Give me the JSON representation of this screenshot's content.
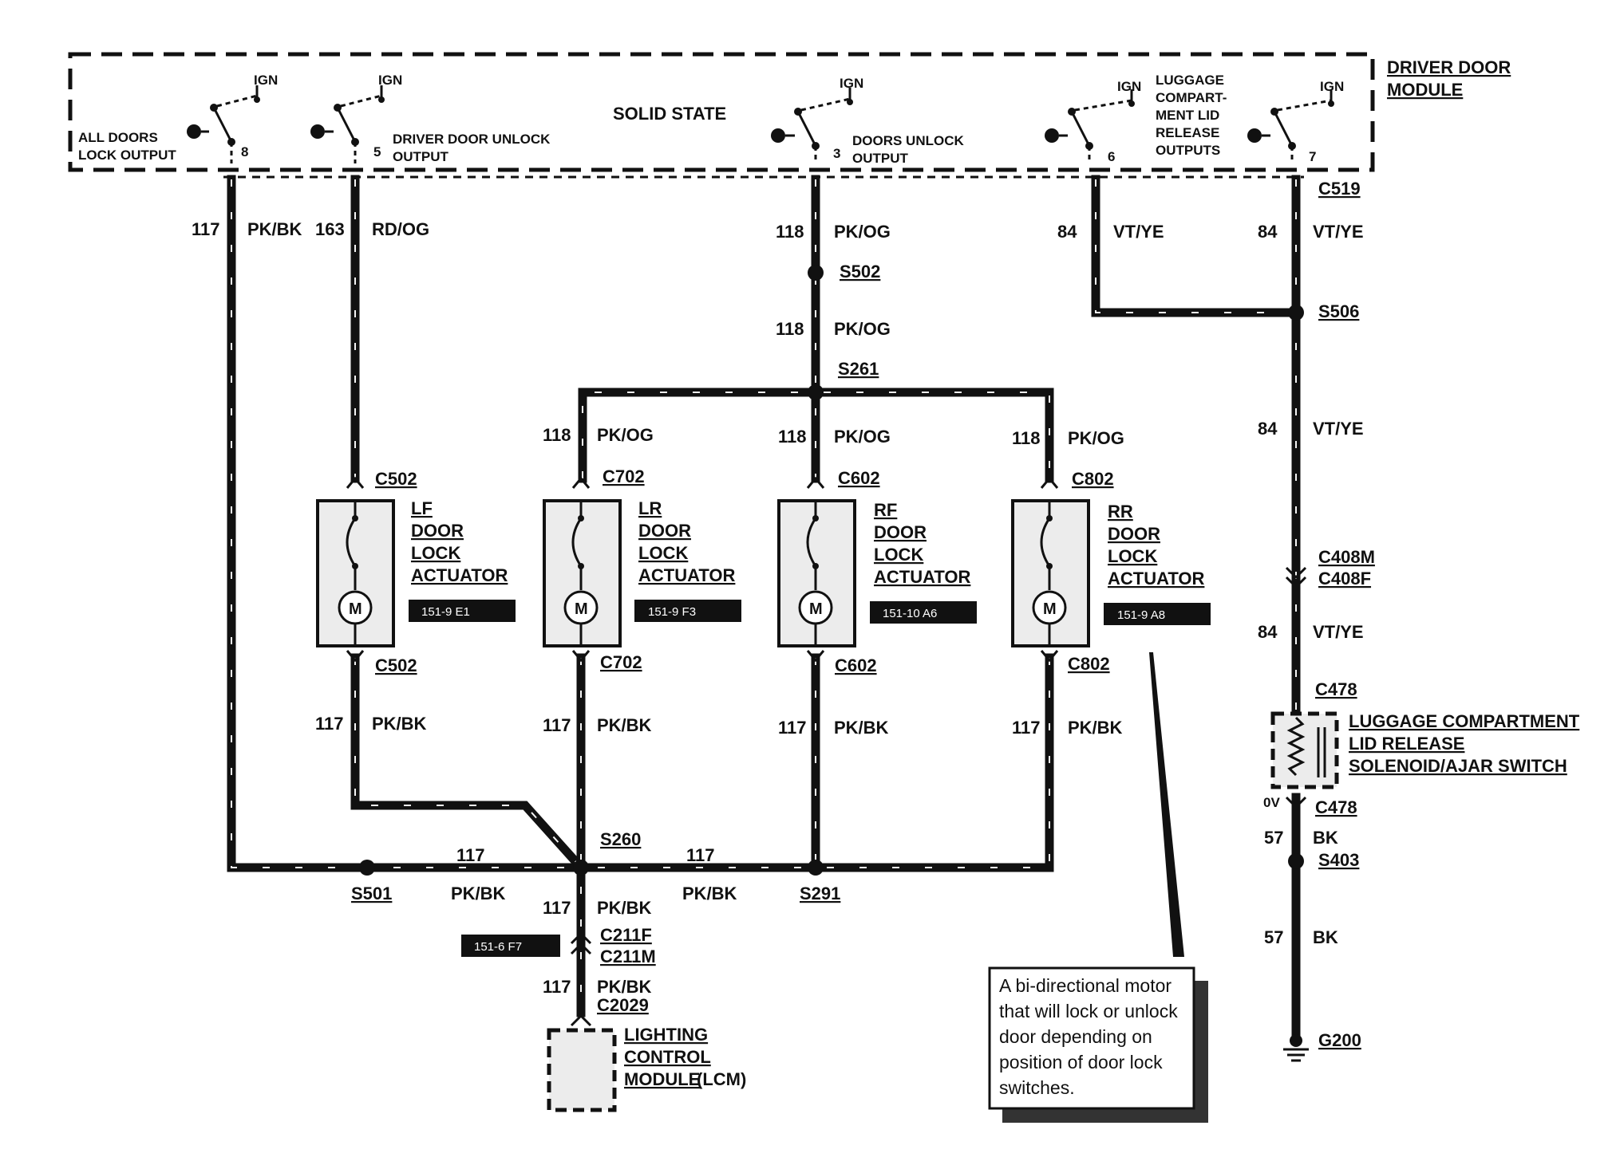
{
  "module": {
    "title_line1": "DRIVER DOOR",
    "title_line2": "MODULE",
    "center_label": "SOLID STATE",
    "ign": "IGN",
    "outputs": [
      {
        "line1": "ALL DOORS",
        "line2": "LOCK OUTPUT",
        "pin": "8"
      },
      {
        "line1": "DRIVER DOOR UNLOCK",
        "line2": "OUTPUT",
        "pin": "5"
      },
      {
        "line1": "DOORS UNLOCK",
        "line2": "OUTPUT",
        "pin": "3"
      },
      {
        "lines": [
          "LUGGAGE",
          "COMPART-",
          "MENT LID",
          "RELEASE",
          "OUTPUTS"
        ],
        "pin": "6"
      },
      {
        "pin": "7"
      }
    ]
  },
  "wires": {
    "w117": {
      "num": "117",
      "color": "PK/BK"
    },
    "w163": {
      "num": "163",
      "color": "RD/OG"
    },
    "w118": {
      "num": "118",
      "color": "PK/OG"
    },
    "w84": {
      "num": "84",
      "color": "VT/YE"
    },
    "w57": {
      "num": "57",
      "color": "BK"
    }
  },
  "splices": {
    "s502": "S502",
    "s261": "S261",
    "s506": "S506",
    "s260": "S260",
    "s501": "S501",
    "s291": "S291",
    "s403": "S403"
  },
  "connectors": {
    "c519": "C519",
    "c502": "C502",
    "c702": "C702",
    "c602": "C602",
    "c802": "C802",
    "c408m": "C408M",
    "c408f": "C408F",
    "c478": "C478",
    "c211f": "C211F",
    "c211m": "C211M",
    "c2029": "C2029"
  },
  "actuators": [
    {
      "pos": "LF",
      "line2": "DOOR",
      "line3": "LOCK",
      "line4": "ACTUATOR",
      "ref": "151-9 E1"
    },
    {
      "pos": "LR",
      "line2": "DOOR",
      "line3": "LOCK",
      "line4": "ACTUATOR",
      "ref": "151-9 F3"
    },
    {
      "pos": "RF",
      "line2": "DOOR",
      "line3": "LOCK",
      "line4": "ACTUATOR",
      "ref": "151-10 A6"
    },
    {
      "pos": "RR",
      "line2": "DOOR",
      "line3": "LOCK",
      "line4": "ACTUATOR",
      "ref": "151-9 A8"
    }
  ],
  "motor_symbol": "M",
  "solenoid": {
    "line1": "LUGGAGE COMPARTMENT",
    "line2": "LID RELEASE",
    "line3": "SOLENOID/AJAR SWITCH",
    "voltage": "0V"
  },
  "lcm": {
    "line1": "LIGHTING",
    "line2": "CONTROL",
    "line3": "MODULE",
    "suffix": "(LCM)",
    "ref": "151-6 F7"
  },
  "ground": "G200",
  "note": {
    "lines": [
      "A bi-directional motor",
      "that will lock or unlock",
      "door depending on",
      "position of door lock",
      "switches."
    ]
  }
}
